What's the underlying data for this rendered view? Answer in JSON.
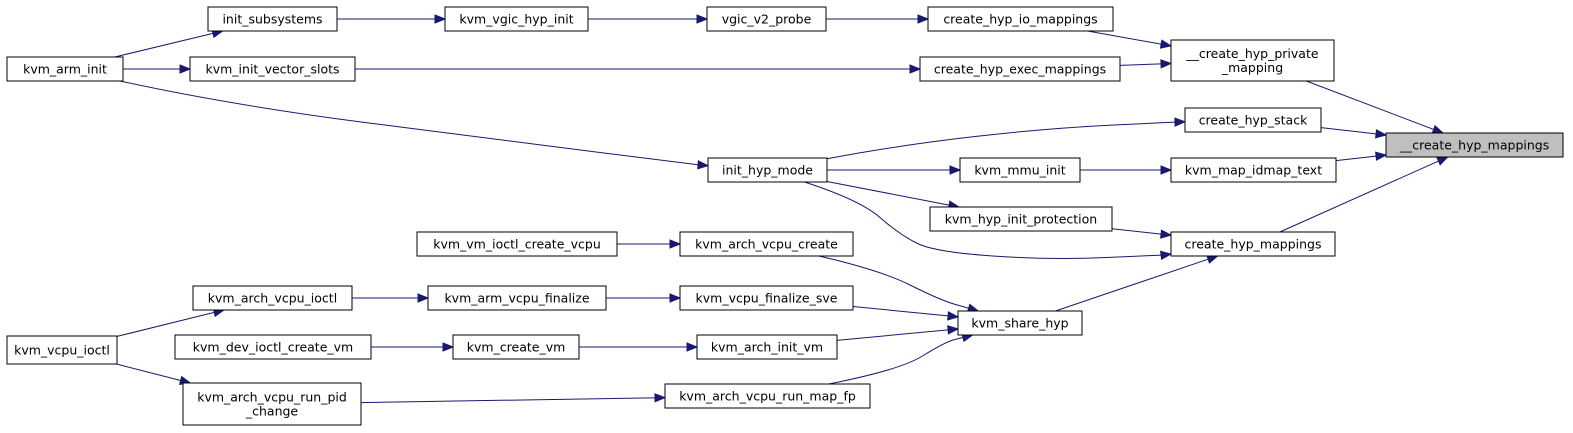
{
  "title": "",
  "colors": {
    "edge": "#191970",
    "node_fill": "#ffffff",
    "root_fill": "#bfbfbf",
    "node_border": "#000000"
  },
  "nodes": [
    {
      "id": "create_hyp_mappings_internal",
      "label": "__create_hyp_mappings",
      "root": true
    },
    {
      "id": "create_hyp_private_mapping",
      "label": "__create_hyp_private\n_mapping"
    },
    {
      "id": "create_hyp_stack",
      "label": "create_hyp_stack"
    },
    {
      "id": "kvm_map_idmap_text",
      "label": "kvm_map_idmap_text"
    },
    {
      "id": "create_hyp_mappings",
      "label": "create_hyp_mappings"
    },
    {
      "id": "create_hyp_io_mappings",
      "label": "create_hyp_io_mappings"
    },
    {
      "id": "create_hyp_exec_mappings",
      "label": "create_hyp_exec_mappings"
    },
    {
      "id": "kvm_mmu_init",
      "label": "kvm_mmu_init"
    },
    {
      "id": "kvm_hyp_init_protection",
      "label": "kvm_hyp_init_protection"
    },
    {
      "id": "kvm_share_hyp",
      "label": "kvm_share_hyp"
    },
    {
      "id": "vgic_v2_probe",
      "label": "vgic_v2_probe"
    },
    {
      "id": "kvm_vgic_hyp_init",
      "label": "kvm_vgic_hyp_init"
    },
    {
      "id": "init_subsystems",
      "label": "init_subsystems"
    },
    {
      "id": "kvm_arm_init",
      "label": "kvm_arm_init"
    },
    {
      "id": "kvm_init_vector_slots",
      "label": "kvm_init_vector_slots"
    },
    {
      "id": "init_hyp_mode",
      "label": "init_hyp_mode"
    },
    {
      "id": "kvm_arch_vcpu_create",
      "label": "kvm_arch_vcpu_create"
    },
    {
      "id": "kvm_vm_ioctl_create_vcpu",
      "label": "kvm_vm_ioctl_create_vcpu"
    },
    {
      "id": "kvm_vcpu_finalize_sve",
      "label": "kvm_vcpu_finalize_sve"
    },
    {
      "id": "kvm_arm_vcpu_finalize",
      "label": "kvm_arm_vcpu_finalize"
    },
    {
      "id": "kvm_arch_vcpu_ioctl",
      "label": "kvm_arch_vcpu_ioctl"
    },
    {
      "id": "kvm_vcpu_ioctl",
      "label": "kvm_vcpu_ioctl"
    },
    {
      "id": "kvm_arch_init_vm",
      "label": "kvm_arch_init_vm"
    },
    {
      "id": "kvm_create_vm",
      "label": "kvm_create_vm"
    },
    {
      "id": "kvm_dev_ioctl_create_vm",
      "label": "kvm_dev_ioctl_create_vm"
    },
    {
      "id": "kvm_arch_vcpu_run_map_fp",
      "label": "kvm_arch_vcpu_run_map_fp"
    },
    {
      "id": "kvm_arch_vcpu_run_pid_change",
      "label": "kvm_arch_vcpu_run_pid\n_change"
    }
  ],
  "edges": [
    {
      "from": "create_hyp_private_mapping",
      "to": "create_hyp_mappings_internal"
    },
    {
      "from": "create_hyp_stack",
      "to": "create_hyp_mappings_internal"
    },
    {
      "from": "kvm_map_idmap_text",
      "to": "create_hyp_mappings_internal"
    },
    {
      "from": "create_hyp_mappings",
      "to": "create_hyp_mappings_internal"
    },
    {
      "from": "create_hyp_io_mappings",
      "to": "create_hyp_private_mapping"
    },
    {
      "from": "create_hyp_exec_mappings",
      "to": "create_hyp_private_mapping"
    },
    {
      "from": "init_hyp_mode",
      "to": "create_hyp_stack"
    },
    {
      "from": "kvm_mmu_init",
      "to": "kvm_map_idmap_text"
    },
    {
      "from": "init_hyp_mode",
      "to": "create_hyp_mappings"
    },
    {
      "from": "kvm_hyp_init_protection",
      "to": "create_hyp_mappings"
    },
    {
      "from": "kvm_share_hyp",
      "to": "create_hyp_mappings"
    },
    {
      "from": "vgic_v2_probe",
      "to": "create_hyp_io_mappings"
    },
    {
      "from": "kvm_init_vector_slots",
      "to": "create_hyp_exec_mappings"
    },
    {
      "from": "init_hyp_mode",
      "to": "kvm_mmu_init"
    },
    {
      "from": "init_hyp_mode",
      "to": "kvm_hyp_init_protection"
    },
    {
      "from": "kvm_arch_vcpu_create",
      "to": "kvm_share_hyp"
    },
    {
      "from": "kvm_vcpu_finalize_sve",
      "to": "kvm_share_hyp"
    },
    {
      "from": "kvm_arch_init_vm",
      "to": "kvm_share_hyp"
    },
    {
      "from": "kvm_arch_vcpu_run_map_fp",
      "to": "kvm_share_hyp"
    },
    {
      "from": "kvm_vgic_hyp_init",
      "to": "vgic_v2_probe"
    },
    {
      "from": "init_subsystems",
      "to": "kvm_vgic_hyp_init"
    },
    {
      "from": "kvm_arm_init",
      "to": "init_subsystems"
    },
    {
      "from": "kvm_arm_init",
      "to": "kvm_init_vector_slots"
    },
    {
      "from": "kvm_arm_init",
      "to": "init_hyp_mode"
    },
    {
      "from": "kvm_vm_ioctl_create_vcpu",
      "to": "kvm_arch_vcpu_create"
    },
    {
      "from": "kvm_arm_vcpu_finalize",
      "to": "kvm_vcpu_finalize_sve"
    },
    {
      "from": "kvm_arch_vcpu_ioctl",
      "to": "kvm_arm_vcpu_finalize"
    },
    {
      "from": "kvm_vcpu_ioctl",
      "to": "kvm_arch_vcpu_ioctl"
    },
    {
      "from": "kvm_create_vm",
      "to": "kvm_arch_init_vm"
    },
    {
      "from": "kvm_dev_ioctl_create_vm",
      "to": "kvm_create_vm"
    },
    {
      "from": "kvm_arch_vcpu_run_pid_change",
      "to": "kvm_arch_vcpu_run_map_fp"
    },
    {
      "from": "kvm_vcpu_ioctl",
      "to": "kvm_arch_vcpu_run_pid_change"
    }
  ]
}
